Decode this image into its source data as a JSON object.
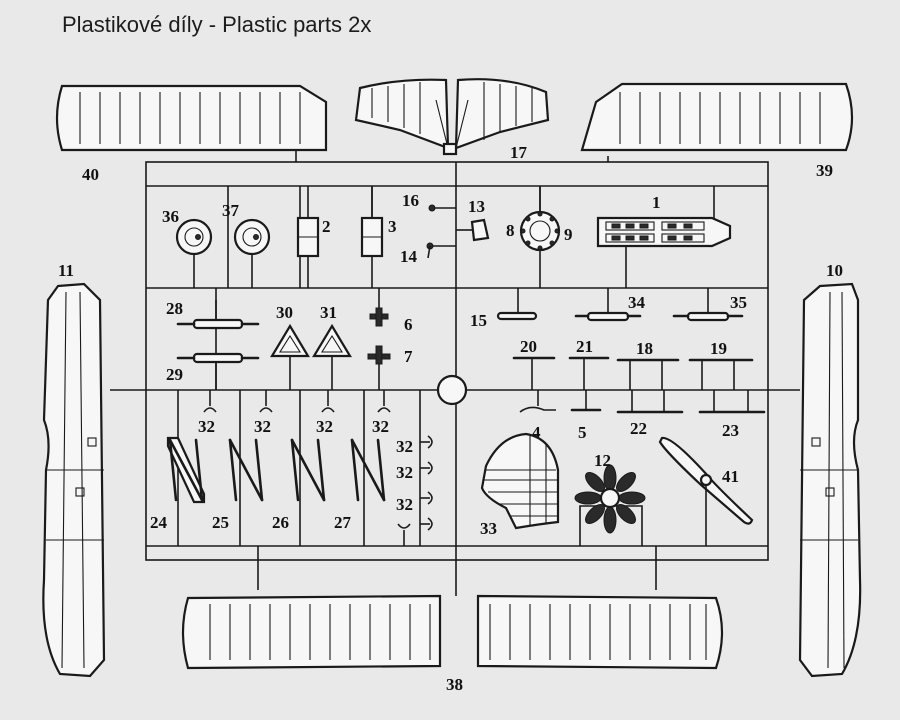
{
  "title": "Plastikové díly - Plastic parts  2x",
  "part_numbers": {
    "p1": "1",
    "p2": "2",
    "p3": "3",
    "p4": "4",
    "p5": "5",
    "p6": "6",
    "p7": "7",
    "p8": "8",
    "p9": "9",
    "p10": "10",
    "p11": "11",
    "p12": "12",
    "p13": "13",
    "p14": "14",
    "p15": "15",
    "p16": "16",
    "p17": "17",
    "p18": "18",
    "p19": "19",
    "p20": "20",
    "p21": "21",
    "p22": "22",
    "p23": "23",
    "p24": "24",
    "p25": "25",
    "p26": "26",
    "p27": "27",
    "p28": "28",
    "p29": "29",
    "p30": "30",
    "p31": "31",
    "p32": "32",
    "p33": "33",
    "p34": "34",
    "p35": "35",
    "p36": "36",
    "p37": "37",
    "p38": "38",
    "p39": "39",
    "p40": "40",
    "p41": "41"
  }
}
